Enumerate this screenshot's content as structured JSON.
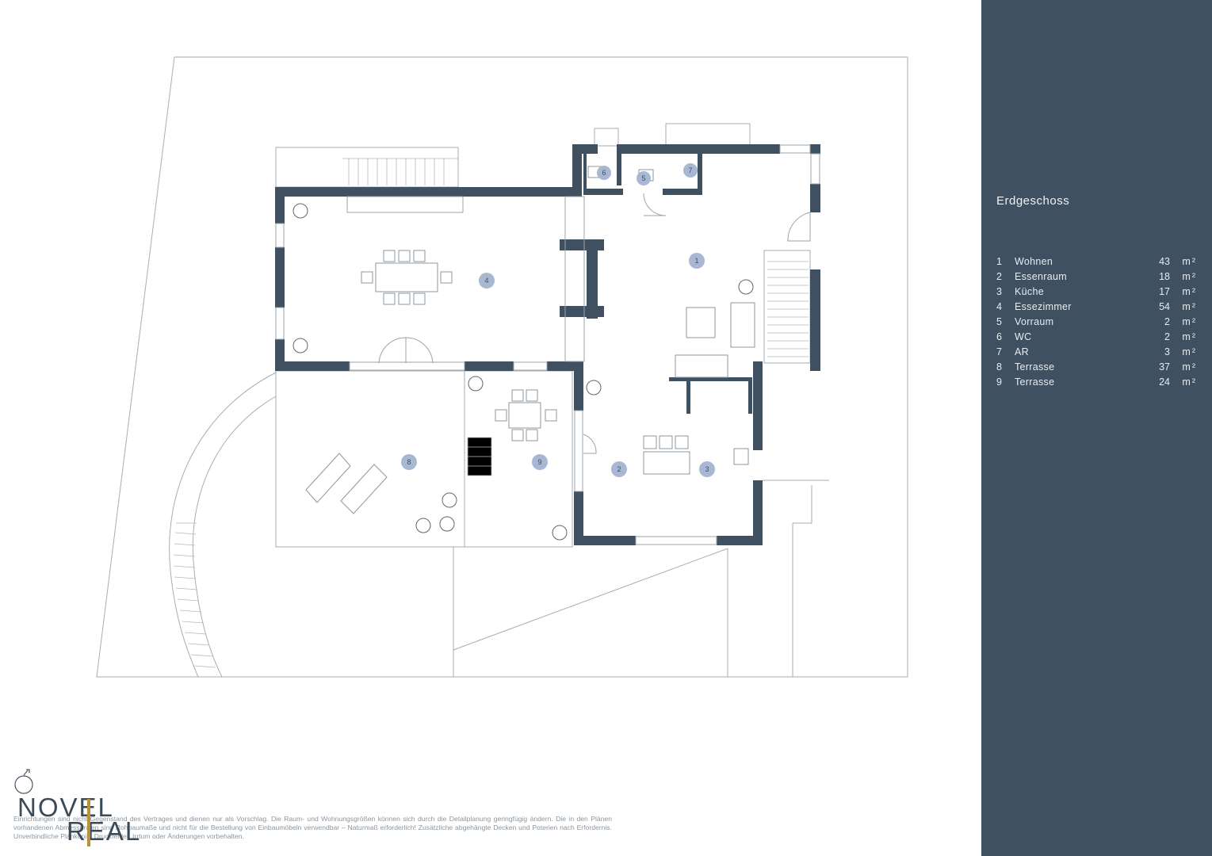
{
  "floor": {
    "title": "Erdgeschoss",
    "rooms": [
      {
        "num": "1",
        "name": "Wohnen",
        "area": "43",
        "unit": "m²"
      },
      {
        "num": "2",
        "name": "Essenraum",
        "area": "18",
        "unit": "m²"
      },
      {
        "num": "3",
        "name": "Küche",
        "area": "17",
        "unit": "m²"
      },
      {
        "num": "4",
        "name": "Essezimmer",
        "area": "54",
        "unit": "m²"
      },
      {
        "num": "5",
        "name": "Vorraum",
        "area": "2",
        "unit": "m²"
      },
      {
        "num": "6",
        "name": "WC",
        "area": "2",
        "unit": "m²"
      },
      {
        "num": "7",
        "name": "AR",
        "area": "3",
        "unit": "m²"
      },
      {
        "num": "8",
        "name": "Terrasse",
        "area": "37",
        "unit": "m²"
      },
      {
        "num": "9",
        "name": "Terrasse",
        "area": "24",
        "unit": "m²"
      }
    ]
  },
  "plan_labels": {
    "r1": "1",
    "r2": "2",
    "r3": "3",
    "r4": "4",
    "r5": "5",
    "r6": "6",
    "r7": "7",
    "r8": "8",
    "r9": "9"
  },
  "disclaimer": "Einrichtungen sind nicht Gegenstand des Vertrages und dienen nur als Vorschlag. Die Raum- und Wohnungsgrößen können sich durch die Detailplanung geringfügig ändern. Die in den Plänen vorhandenen Abmessungen sind Rohbaumaße und nicht für die Bestellung von Einbaumöbeln verwendbar – Naturmaß erforderlich! Zusätzliche abgehängte Decken und Poterien nach Erfordernis. Unverbindliche Plankopie, Druckfehler, Irrtum oder Änderungen vorbehalten.",
  "logo": {
    "line1": "NOVEL",
    "line2": "REAL"
  },
  "colors": {
    "sidebar": "#3f5060",
    "wall": "#3f5060",
    "badge": "#9fb0cc",
    "line": "#9aa3ab",
    "logo_accent": "#b8923a"
  }
}
